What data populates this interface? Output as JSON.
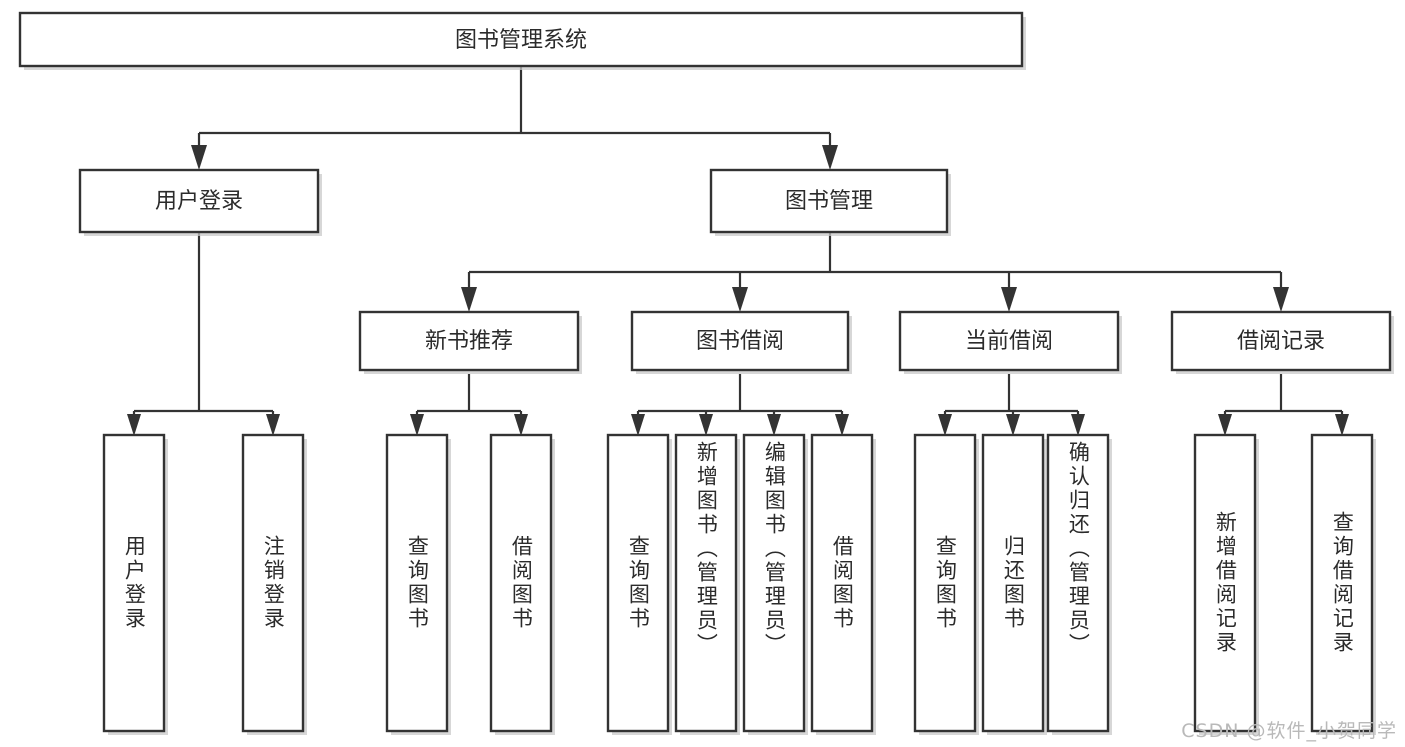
{
  "diagram": {
    "type": "tree-hierarchy",
    "title": "图书管理系统",
    "root": {
      "label": "图书管理系统",
      "level": 0
    },
    "level1": [
      {
        "id": "user-login",
        "label": "用户登录"
      },
      {
        "id": "book-manage",
        "label": "图书管理"
      }
    ],
    "level2": [
      {
        "id": "new-book-rec",
        "label": "新书推荐",
        "parent": "book-manage"
      },
      {
        "id": "book-borrow",
        "label": "图书借阅",
        "parent": "book-manage"
      },
      {
        "id": "current-borrow",
        "label": "当前借阅",
        "parent": "book-manage"
      },
      {
        "id": "borrow-record",
        "label": "借阅记录",
        "parent": "book-manage"
      }
    ],
    "leaves": {
      "user_login": [
        {
          "id": "leaf-user-login",
          "label": "用户登录"
        },
        {
          "id": "leaf-user-logout",
          "label": "注销登录"
        }
      ],
      "new_book_rec": [
        {
          "id": "leaf-query-book-1",
          "label": "查询图书"
        },
        {
          "id": "leaf-borrow-book-1",
          "label": "借阅图书"
        }
      ],
      "book_borrow": [
        {
          "id": "leaf-query-book-2",
          "label": "查询图书"
        },
        {
          "id": "leaf-add-book",
          "label": "新增图书（管理员）"
        },
        {
          "id": "leaf-edit-book",
          "label": "编辑图书（管理员）"
        },
        {
          "id": "leaf-borrow-book-2",
          "label": "借阅图书"
        }
      ],
      "current_borrow": [
        {
          "id": "leaf-query-book-3",
          "label": "查询图书"
        },
        {
          "id": "leaf-return-book",
          "label": "归还图书"
        },
        {
          "id": "leaf-confirm-return",
          "label": "确认归还（管理员）"
        }
      ],
      "borrow_record": [
        {
          "id": "leaf-add-record",
          "label": "新增借阅记录"
        },
        {
          "id": "leaf-query-record",
          "label": "查询借阅记录"
        }
      ]
    }
  },
  "watermark": {
    "text": "CSDN @软件_小贺同学"
  },
  "colors": {
    "box_stroke": "#333333",
    "box_fill": "#ffffff",
    "text": "#2b2b2b",
    "shadow": "#c9c9c9",
    "watermark": "#b9b9b9",
    "background": "#ffffff"
  }
}
